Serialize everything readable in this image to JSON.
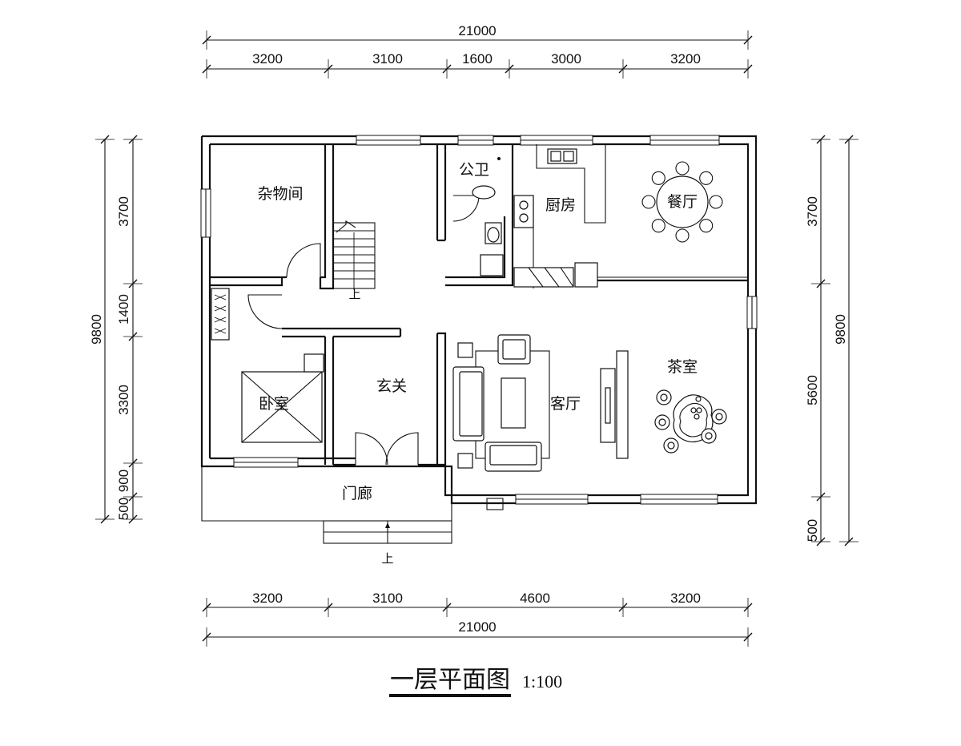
{
  "dims": {
    "top_total": "21000",
    "top_segments": [
      "3200",
      "3100",
      "1600",
      "3000",
      "3200"
    ],
    "bottom_segments": [
      "3200",
      "3100",
      "4600",
      "3200"
    ],
    "bottom_total": "21000",
    "left_total": "9800",
    "left_segments": [
      "3700",
      "1400",
      "3300",
      "900",
      "500"
    ],
    "right_total": "9800",
    "right_segments": [
      "3700",
      "5600",
      "500"
    ]
  },
  "rooms": {
    "storage": "杂物间",
    "toilet": "公卫",
    "kitchen": "厨房",
    "dining": "餐厅",
    "bedroom": "卧室",
    "foyer": "玄关",
    "living": "客厅",
    "tea_room": "茶室",
    "porch": "门廊"
  },
  "stair_up_upper": "上",
  "stair_up_lower": "上",
  "title": {
    "name": "一层平面图",
    "scale": "1:100"
  }
}
